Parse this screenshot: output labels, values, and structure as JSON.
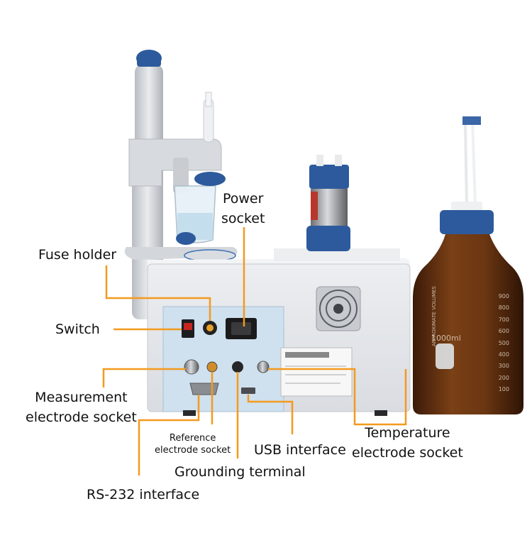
{
  "labels": {
    "power_socket": [
      "Power",
      "socket"
    ],
    "fuse_holder": "Fuse holder",
    "switch": "Switch",
    "measurement_electrode": [
      "Measurement",
      "electrode socket"
    ],
    "reference_electrode": [
      "Reference",
      "electrode socket"
    ],
    "usb_interface": "USB interface",
    "grounding_terminal": "Grounding terminal",
    "rs232_interface": "RS-232 interface",
    "temperature_electrode": [
      "Temperature",
      "electrode socket"
    ]
  },
  "device_text": {
    "bottle_volume": "1000ml",
    "bottle_side": "APPROXIMATE VOLUMES",
    "bottle_scale": [
      "900",
      "800",
      "700",
      "600",
      "500",
      "400",
      "300",
      "200",
      "100"
    ]
  },
  "colors": {
    "leader_line": "#f39a1e",
    "cap_blue": "#2d5a9c",
    "panel_blue": "#cfe0ee",
    "housing": "#e6e8ec",
    "bottle_amber": "#5b2f14"
  }
}
